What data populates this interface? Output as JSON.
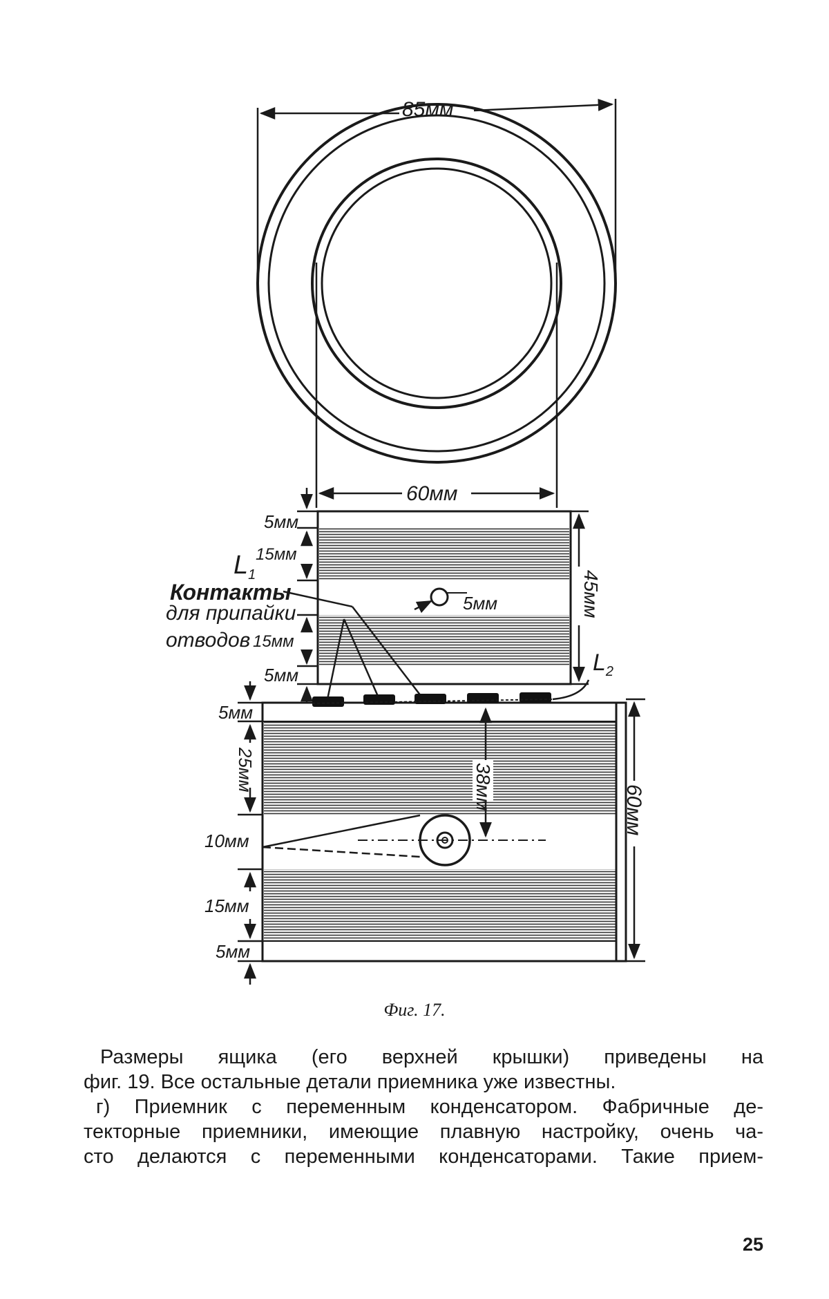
{
  "figure": {
    "dim_top_width": "85мм",
    "dim_bottom_width": "60мм",
    "coil_l1_label": "L",
    "coil_l1_sub": "1",
    "coil_l2_label": "L",
    "coil_l2_sub": "2",
    "contacts_line1": "Контакты",
    "contacts_line2": "для припайки",
    "contacts_line3": "отводов",
    "upper_dims": {
      "margin_top": "5мм",
      "band_top": "15мм",
      "band_bottom": "15мм",
      "margin_bottom": "5мм",
      "hole": "5мм",
      "height": "45мм"
    },
    "lower_dims": {
      "margin_top": "5мм",
      "band_top": "25мм",
      "gap": "10мм",
      "band_bottom": "15мм",
      "margin_bottom": "5мм",
      "axle_offset": "38мм",
      "height": "60мм"
    }
  },
  "caption": "Фиг. 17.",
  "paragraphs": [
    {
      "lines": [
        "Размеры ящика (его верхней крышки) приведены на",
        "фиг. 19. Все остальные детали приемника уже известны."
      ]
    },
    {
      "lines": [
        "г) Приемник с переменным конденсатором. Фабричные де-",
        "текторные приемники, имеющие плавную настройку, очень ча-",
        "сто делаются с переменными конденсаторами. Такие прием-"
      ]
    }
  ],
  "page_number": "25"
}
